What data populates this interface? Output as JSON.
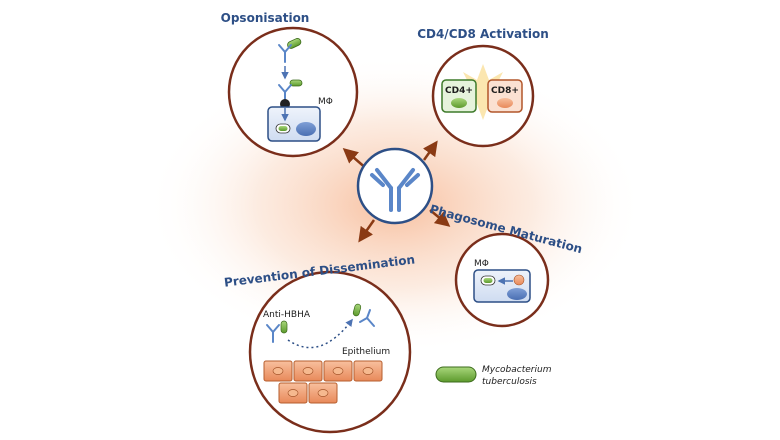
{
  "colors": {
    "circle_border": "#7a2e1b",
    "arrow": "#8a3a14",
    "title_text": "#2d4f86",
    "antibody_blue": "#5a86c8",
    "bacterium_green": "#6eaa3c",
    "cell_fill": "#dfe8f7",
    "epithelium_orange": "#f0a275",
    "cd4_fill": "#e6f3dc",
    "cd8_fill": "#fbe1d2",
    "glow": "#f8c8a8"
  },
  "panels": {
    "opsonisation": {
      "title": "Opsonisation",
      "macrophage_label": "MΦ"
    },
    "activation": {
      "title": "CD4/CD8 Activation",
      "cd4_label": "CD4+",
      "cd8_label": "CD8+"
    },
    "phagosome": {
      "title": "Phagosome Maturation",
      "macrophage_label": "MΦ"
    },
    "dissemination": {
      "title": "Prevention of Dissemination",
      "antibody_label": "Anti-HBHA",
      "epithelium_label": "Epithelium"
    }
  },
  "legend": {
    "line1": "Mycobacterium",
    "line2": "tuberculosis",
    "icon": "bacterium-icon"
  }
}
